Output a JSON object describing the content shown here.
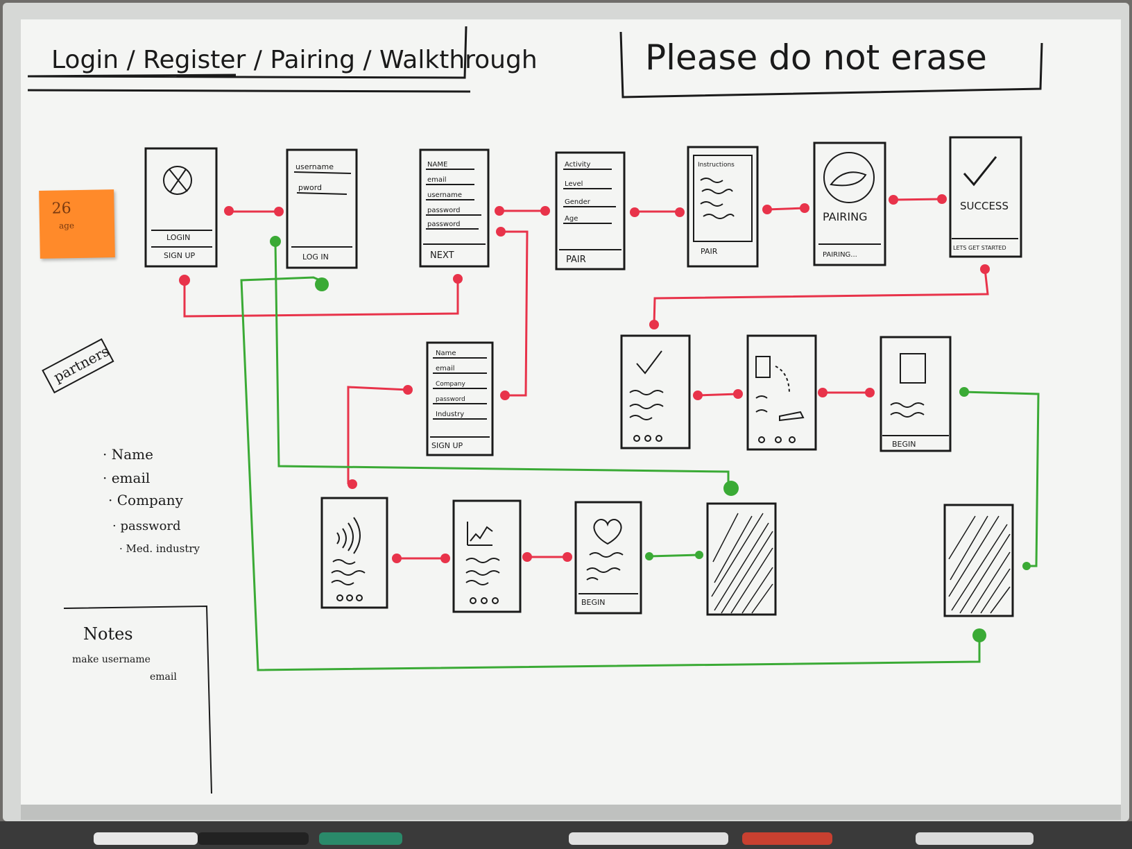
{
  "title": "Login / Register / Pairing / Walkthrough",
  "banner": "Please do not erase",
  "sticky": {
    "value": "26",
    "unit": "age"
  },
  "partners": {
    "label": "partners",
    "items": [
      "Name",
      "email",
      "Company",
      "password",
      "Med. industry"
    ]
  },
  "notes": {
    "title": "Notes",
    "lines": [
      "make username",
      "email"
    ]
  },
  "screens": {
    "login": {
      "top": "LOGIN",
      "bottom": "SIGN UP"
    },
    "loginform": {
      "fields": [
        "username",
        "pword"
      ],
      "button": "LOG IN"
    },
    "signup": {
      "fields": [
        "NAME",
        "email",
        "username",
        "password",
        "password"
      ],
      "button": "NEXT"
    },
    "profile": {
      "fields": [
        "Activity",
        "Level",
        "Gender",
        "Age"
      ],
      "button": "PAIR"
    },
    "instructions": {
      "heading": "Instructions",
      "button": "PAIR"
    },
    "pairing": {
      "label": "PAIRING",
      "button": "PAIRING..."
    },
    "success": {
      "label": "SUCCESS",
      "button": "LETS GET STARTED"
    },
    "partnersignup": {
      "fields": [
        "Name",
        "email",
        "Company",
        "password",
        "Industry"
      ],
      "button": "SIGN UP"
    },
    "walk3": {
      "button": "BEGIN"
    },
    "walkb3": {
      "button": "BEGIN"
    }
  },
  "colors": {
    "red": "#e8334a",
    "green": "#3aaa35",
    "board": "#f4f5f3",
    "frame": "#c9cbc9"
  }
}
